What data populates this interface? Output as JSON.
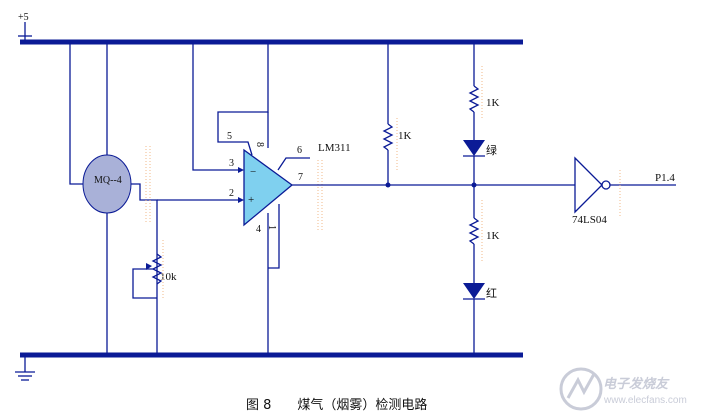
{
  "labels": {
    "supply": "+5",
    "sensor": "MQ--4",
    "comparator": "LM311",
    "pot": "10k",
    "r1": "1K",
    "r2": "1K",
    "r3": "1K",
    "led_green": "绿",
    "led_red": "红",
    "inverter": "74LS04",
    "output": "P1.4",
    "pin5": "5",
    "pin8": "8",
    "pin3": "3",
    "pin2": "2",
    "pin6": "6",
    "pin7": "7",
    "pin4": "4",
    "pin1": "1"
  },
  "caption": "图 8　　煤气（烟雾）检测电路",
  "watermark": {
    "logo_text": "电子发烧友",
    "url": "www.elecfans.com"
  },
  "colors": {
    "wire": "#0b1b96",
    "sensor_fill": "#a9b1d8",
    "amp_fill": "#7fd0ef",
    "watermark": "#c9ccd8"
  }
}
